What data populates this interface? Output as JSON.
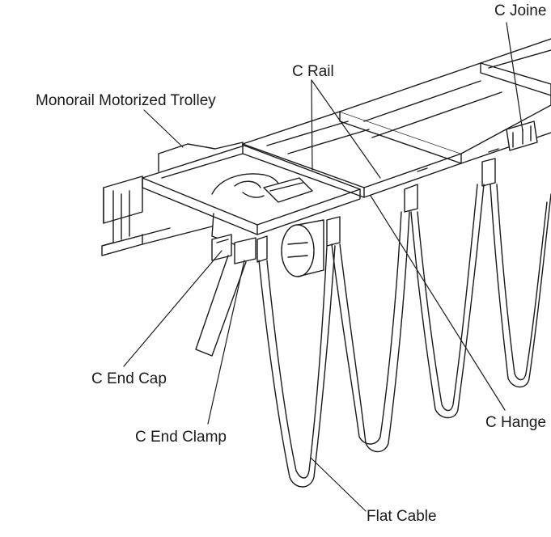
{
  "labels": {
    "c_joiner": "C Joine",
    "c_rail": "C Rail",
    "monorail_motorized_trolley": "Monorail Motorized Trolley",
    "c_end_cap": "C End Cap",
    "c_end_clamp": "C End Clamp",
    "c_hanger": "C Hange",
    "flat_cable": "Flat Cable"
  },
  "colors": {
    "line": "#1a1a1a",
    "background": "#ffffff"
  }
}
